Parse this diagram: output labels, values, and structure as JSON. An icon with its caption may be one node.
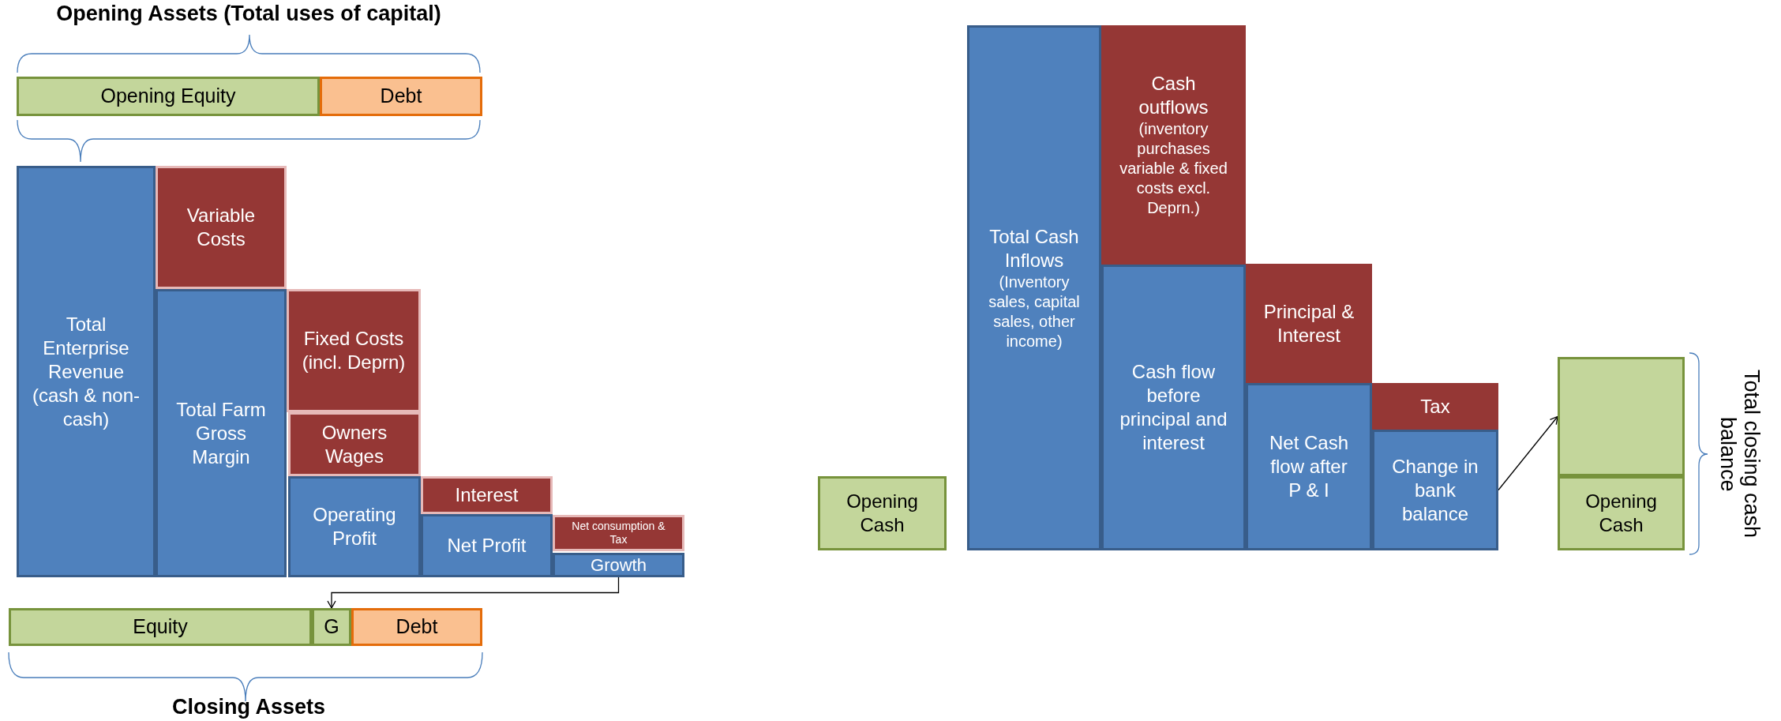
{
  "diagram": {
    "nodes": [
      {
        "text": [
          "Opening Equity"
        ]
      },
      {
        "text": [
          "Debt"
        ]
      },
      {
        "text": [
          "Total Enterprise Revenue (cash & non-cash)"
        ]
      },
      {
        "text": [
          "Variable Costs"
        ]
      },
      {
        "text": [
          "Total Farm Gross Margin"
        ]
      },
      {
        "text": [
          "Fixed Costs (incl. Deprn)"
        ]
      },
      {
        "text": [
          "Owners Wages"
        ]
      },
      {
        "text": [
          "Operating Profit"
        ]
      },
      {
        "text": [
          "Interest"
        ]
      },
      {
        "text": [
          "Net Profit"
        ]
      },
      {
        "text": [
          "Net consumption & Tax"
        ]
      },
      {
        "text": [
          "Growth"
        ]
      },
      {
        "text": [
          "Equity"
        ]
      },
      {
        "text": [
          "G"
        ]
      },
      {
        "text": [
          "Debt"
        ]
      },
      {
        "text": [
          "Opening Cash"
        ]
      },
      {
        "text": [
          "Total Cash Inflows",
          "(Inventory sales, capital sales, other income)"
        ]
      },
      {
        "text": [
          "Cash outflows",
          "(inventory purchases variable & fixed costs excl. Deprn.)"
        ]
      },
      {
        "text": [
          "Cash flow before principal and interest"
        ]
      },
      {
        "text": [
          "Principal & Interest"
        ]
      },
      {
        "text": [
          "Net Cash flow after P & I"
        ]
      },
      {
        "text": [
          "Tax"
        ]
      },
      {
        "text": [
          "Change in bank balance"
        ]
      },
      {
        "text": [],
        "shape": "box"
      },
      {
        "text": [
          "Opening Cash"
        ]
      }
    ],
    "edges": [
      {
        "from": 11,
        "to": 13,
        "arrow": "to"
      },
      {
        "from": 22,
        "to": 23,
        "arrow": "to"
      }
    ],
    "labels": [
      "Opening Assets (Total uses of capital)",
      "Closing Assets",
      "Total closing cash balance"
    ]
  }
}
